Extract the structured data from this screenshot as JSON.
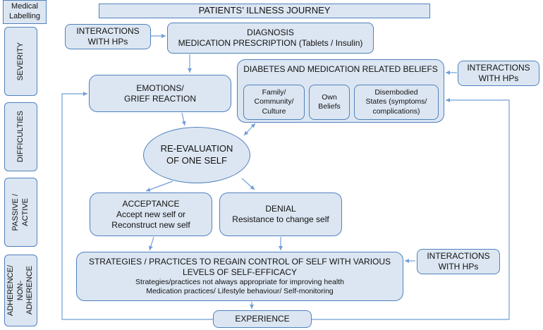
{
  "title": "PATIENTS’ ILLNESS JOURNEY",
  "medical_labelling": [
    "Medical",
    "Labelling"
  ],
  "side_labels": {
    "severity": "SEVERITY",
    "difficulties": "DIFFICULTIES",
    "passive_active": [
      "PASSIVE /",
      "ACTIVE"
    ],
    "adherence": [
      "ADHERENCE/",
      "NON-",
      "ADHERENCE"
    ]
  },
  "interactions_hps": [
    "INTERACTIONS",
    "WITH HPs"
  ],
  "diagnosis": [
    "DIAGNOSIS",
    "MEDICATION PRESCRIPTION (Tablets / Insulin)"
  ],
  "emotions": [
    "EMOTIONS/",
    "GRIEF REACTION"
  ],
  "beliefs": {
    "title": "DIABETES AND MEDICATION RELATED BELIEFS",
    "family": [
      "Family/",
      "Community/",
      "Culture"
    ],
    "own": [
      "Own",
      "Beliefs"
    ],
    "disembodied": [
      "Disembodied",
      "States (symptoms/",
      "complications)"
    ]
  },
  "reevaluation": [
    "RE-EVALUATION",
    "OF ONE SELF"
  ],
  "acceptance": [
    "ACCEPTANCE",
    "Accept new self or",
    "Reconstruct new self"
  ],
  "denial": [
    "DENIAL",
    "Resistance to change self"
  ],
  "strategies": {
    "title": [
      "STRATEGIES / PRACTICES TO REGAIN CONTROL OF SELF WITH VARIOUS",
      "LEVELS OF SELF-EFFICACY"
    ],
    "line1": "Strategies/practices not always appropriate for improving health",
    "line2": "Medication practices/ Lifestyle behaviour/ Self-monitoring"
  },
  "experience": "EXPERIENCE",
  "colors": {
    "box_fill": "#dce6f2",
    "box_border": "#4f81bd",
    "arrow": "#6f9fd8"
  }
}
